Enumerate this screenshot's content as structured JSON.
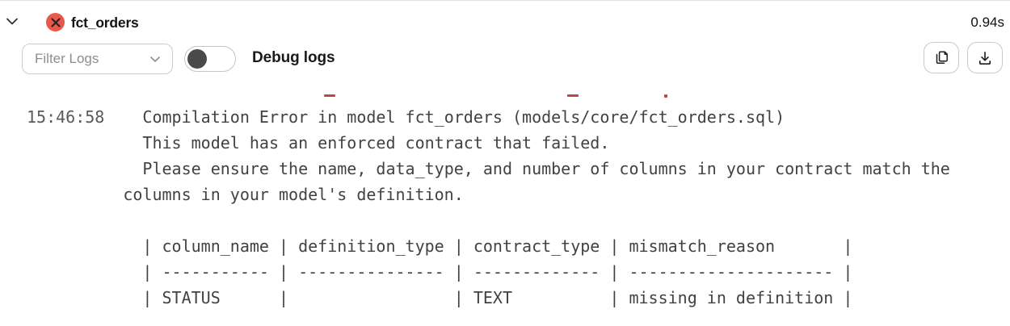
{
  "header": {
    "model_name": "fct_orders",
    "duration": "0.94s",
    "status": "error",
    "collapse_icon": "chevron-down-icon",
    "status_icon": "error-x-icon"
  },
  "toolbar": {
    "filter_label": "Filter Logs",
    "filter_caret_icon": "chevron-down-icon",
    "debug_label": "Debug logs",
    "debug_toggle_on": false,
    "copy_icon": "copy-icon",
    "download_icon": "download-icon"
  },
  "log": {
    "timestamp": "15:46:58",
    "message": "  Compilation Error in model fct_orders (models/core/fct_orders.sql)\n  This model has an enforced contract that failed.\n  Please ensure the name, data_type, and number of columns in your contract match the\ncolumns in your model's definition.\n\n  | column_name | definition_type | contract_type | mismatch_reason       |\n  | ----------- | --------------- | ------------- | --------------------- |\n  | STATUS      |                 | TEXT          | missing in definition |",
    "contract_table": {
      "headers": [
        "column_name",
        "definition_type",
        "contract_type",
        "mismatch_reason"
      ],
      "rows": [
        [
          "STATUS",
          "",
          "TEXT",
          "missing in definition"
        ]
      ]
    }
  },
  "colors": {
    "error_badge": "#e8594b",
    "clipped_red_text": "#b8493f",
    "log_text": "#424242"
  }
}
